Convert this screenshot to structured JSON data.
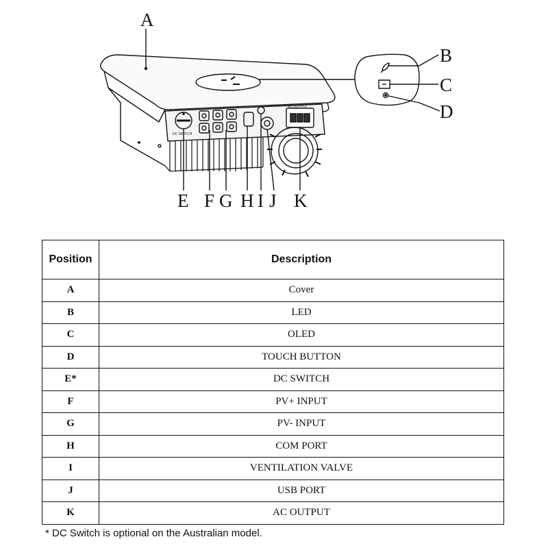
{
  "figure": {
    "callouts": [
      "A",
      "B",
      "C",
      "D",
      "E",
      "F",
      "G",
      "H",
      "I",
      "J",
      "K"
    ]
  },
  "table": {
    "headers": {
      "position": "Position",
      "description": "Description"
    },
    "rows": [
      {
        "position": "A",
        "description": "Cover"
      },
      {
        "position": "B",
        "description": "LED"
      },
      {
        "position": "C",
        "description": "OLED"
      },
      {
        "position": "D",
        "description": "TOUCH BUTTON"
      },
      {
        "position": "E*",
        "description": "DC SWITCH"
      },
      {
        "position": "F",
        "description": "PV+ INPUT"
      },
      {
        "position": "G",
        "description": "PV- INPUT"
      },
      {
        "position": "H",
        "description": "COM PORT"
      },
      {
        "position": "I",
        "description": "VENTILATION VALVE"
      },
      {
        "position": "J",
        "description": "USB PORT"
      },
      {
        "position": "K",
        "description": "AC OUTPUT"
      }
    ]
  },
  "footnote": "* DC Switch is optional on the Australian model."
}
